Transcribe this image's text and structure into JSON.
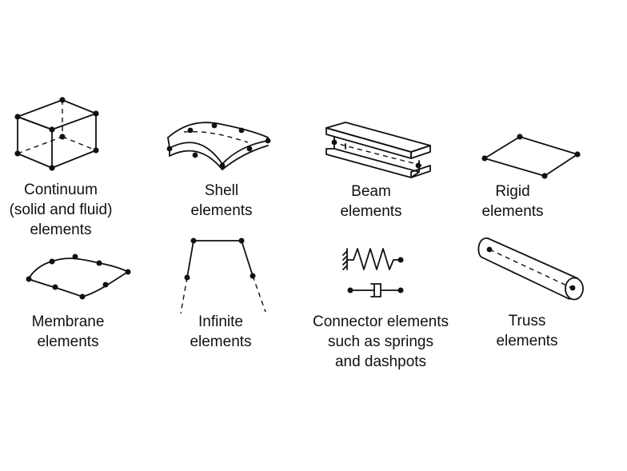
{
  "elements": [
    {
      "id": "continuum",
      "icon": "continuum-cube-icon",
      "lines": [
        "Continuum",
        "(solid and fluid)",
        "elements"
      ]
    },
    {
      "id": "shell",
      "icon": "shell-curved-plate-icon",
      "lines": [
        "Shell",
        "elements"
      ]
    },
    {
      "id": "beam",
      "icon": "beam-i-section-icon",
      "lines": [
        "Beam",
        "elements"
      ]
    },
    {
      "id": "rigid",
      "icon": "rigid-quad-icon",
      "lines": [
        "Rigid",
        "elements"
      ]
    },
    {
      "id": "membrane",
      "icon": "membrane-surface-icon",
      "lines": [
        "Membrane",
        "elements"
      ]
    },
    {
      "id": "infinite",
      "icon": "infinite-element-icon",
      "lines": [
        "Infinite",
        "elements"
      ]
    },
    {
      "id": "connector",
      "icon": "spring-dashpot-icon",
      "lines": [
        "Connector elements",
        "such as springs",
        "and dashpots"
      ]
    },
    {
      "id": "truss",
      "icon": "truss-rod-icon",
      "lines": [
        "Truss",
        "elements"
      ]
    }
  ]
}
